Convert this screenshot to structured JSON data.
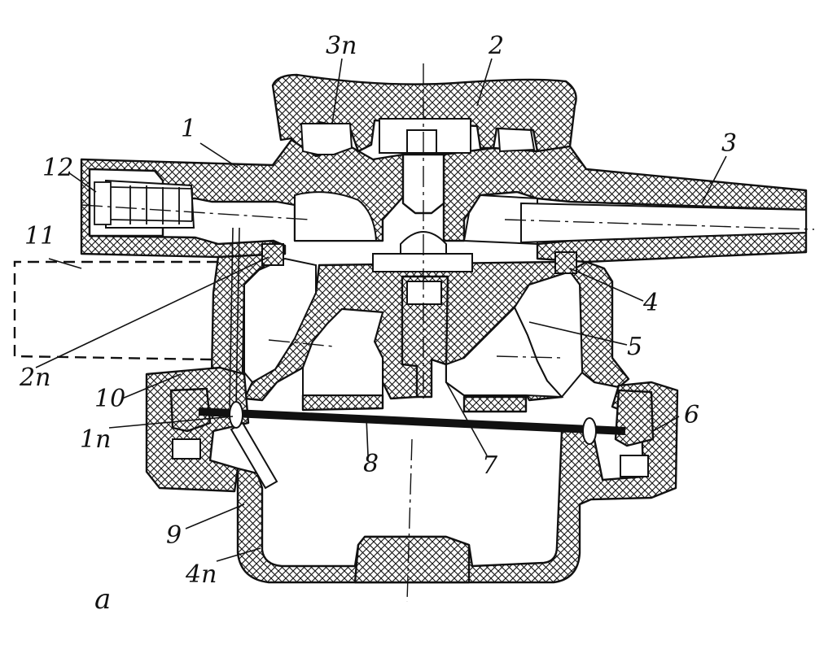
{
  "figure": {
    "subfigure_label": "a",
    "colors": {
      "ink": "#111111",
      "paper": "#ffffff"
    },
    "callouts": {
      "l1": "1",
      "l2": "2",
      "l3": "3",
      "l4": "4",
      "l5": "5",
      "l6": "6",
      "l7": "7",
      "l8": "8",
      "l9": "9",
      "l10": "10",
      "l11": "11",
      "l12": "12",
      "p1": "1п",
      "p2": "2п",
      "p3": "3п",
      "p4": "4п"
    }
  }
}
